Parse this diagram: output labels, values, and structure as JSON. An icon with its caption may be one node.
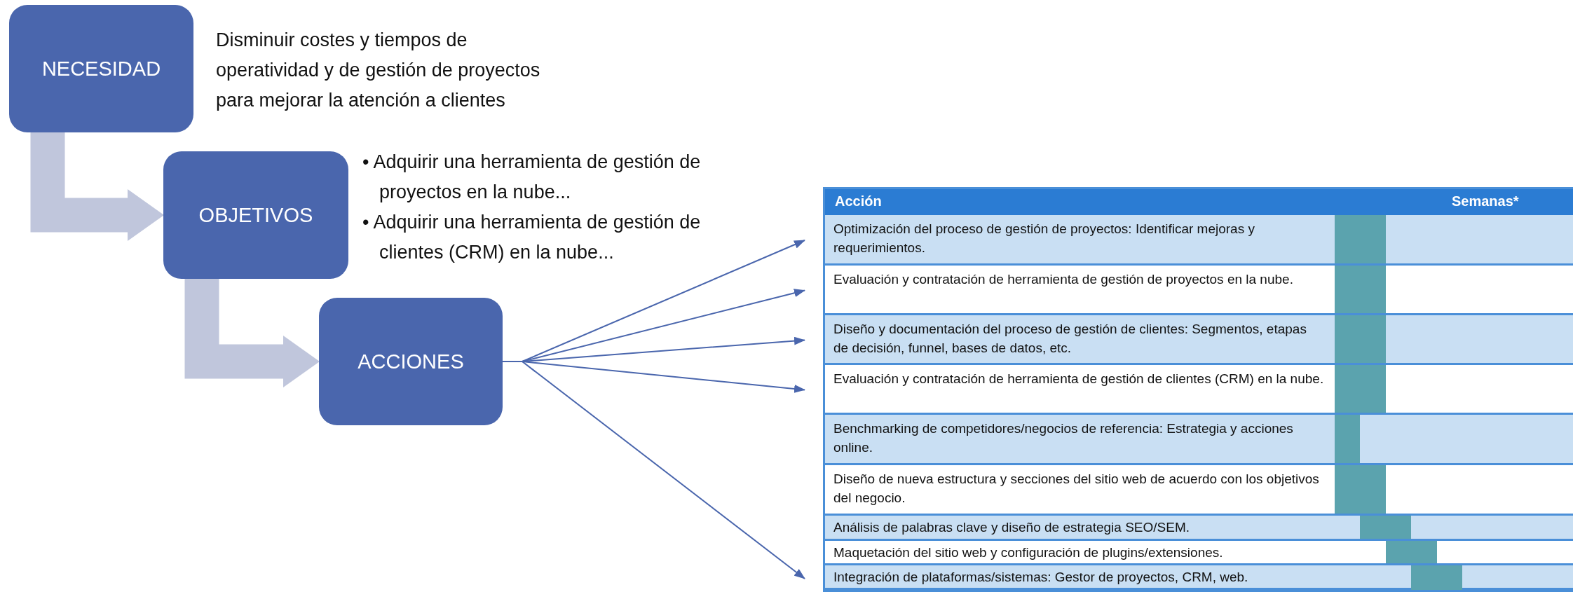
{
  "diagram": {
    "nodes": [
      {
        "text": [
          "NECESIDAD"
        ],
        "beside": [
          "Disminuir costes y tiempos de operatividad y de gestión de proyectos para mejorar la atención a clientes"
        ]
      },
      {
        "text": [
          "OBJETIVOS"
        ],
        "beside": [
          "• Adquirir una herramienta de gestión de proyectos en la nube...",
          "• Adquirir una herramienta de gestión de clientes (CRM) en la nube..."
        ]
      },
      {
        "text": [
          "ACCIONES"
        ]
      },
      {
        "text": [
          "Acción",
          "Semanas*"
        ]
      },
      {
        "text": [
          "Optimización del proceso de gestión de proyectos: Identificar mejoras y requerimientos."
        ],
        "in": 3
      },
      {
        "text": [
          "Evaluación y contratación de herramienta de gestión de proyectos en la nube."
        ],
        "in": 3
      },
      {
        "text": [
          "Diseño y documentación del proceso de gestión de clientes: Segmentos, etapas de decisión, funnel, bases de datos, etc."
        ],
        "in": 3
      },
      {
        "text": [
          "Evaluación y contratación de herramienta de gestión de clientes (CRM) en la nube."
        ],
        "in": 3
      },
      {
        "text": [
          "Benchmarking de competidores/negocios de referencia: Estrategia y acciones online."
        ],
        "in": 3
      },
      {
        "text": [
          "Diseño de nueva estructura y secciones del sitio web de acuerdo con los objetivos del negocio."
        ],
        "in": 3
      },
      {
        "text": [
          "Análisis de palabras clave y diseño de estrategia SEO/SEM."
        ],
        "in": 3
      },
      {
        "text": [
          "Maquetación del sitio web y configuración de plugins/extensiones."
        ],
        "in": 3
      },
      {
        "text": [
          "Integración de plataformas/sistemas: Gestor de proyectos, CRM, web."
        ],
        "in": 3
      }
    ],
    "edges": [
      {
        "from": 0,
        "to": 1,
        "arrow": "to",
        "style": "thick",
        "color": "#c0c6dc"
      },
      {
        "from": 1,
        "to": 2,
        "arrow": "to",
        "style": "thick",
        "color": "#c0c6dc"
      },
      {
        "from": 2,
        "to": 4,
        "arrow": "to"
      },
      {
        "from": 2,
        "to": 5,
        "arrow": "to"
      },
      {
        "from": 2,
        "to": 6,
        "arrow": "to"
      },
      {
        "from": 2,
        "to": 7,
        "arrow": "to"
      },
      {
        "from": 2,
        "to": 12,
        "arrow": "to"
      }
    ]
  }
}
